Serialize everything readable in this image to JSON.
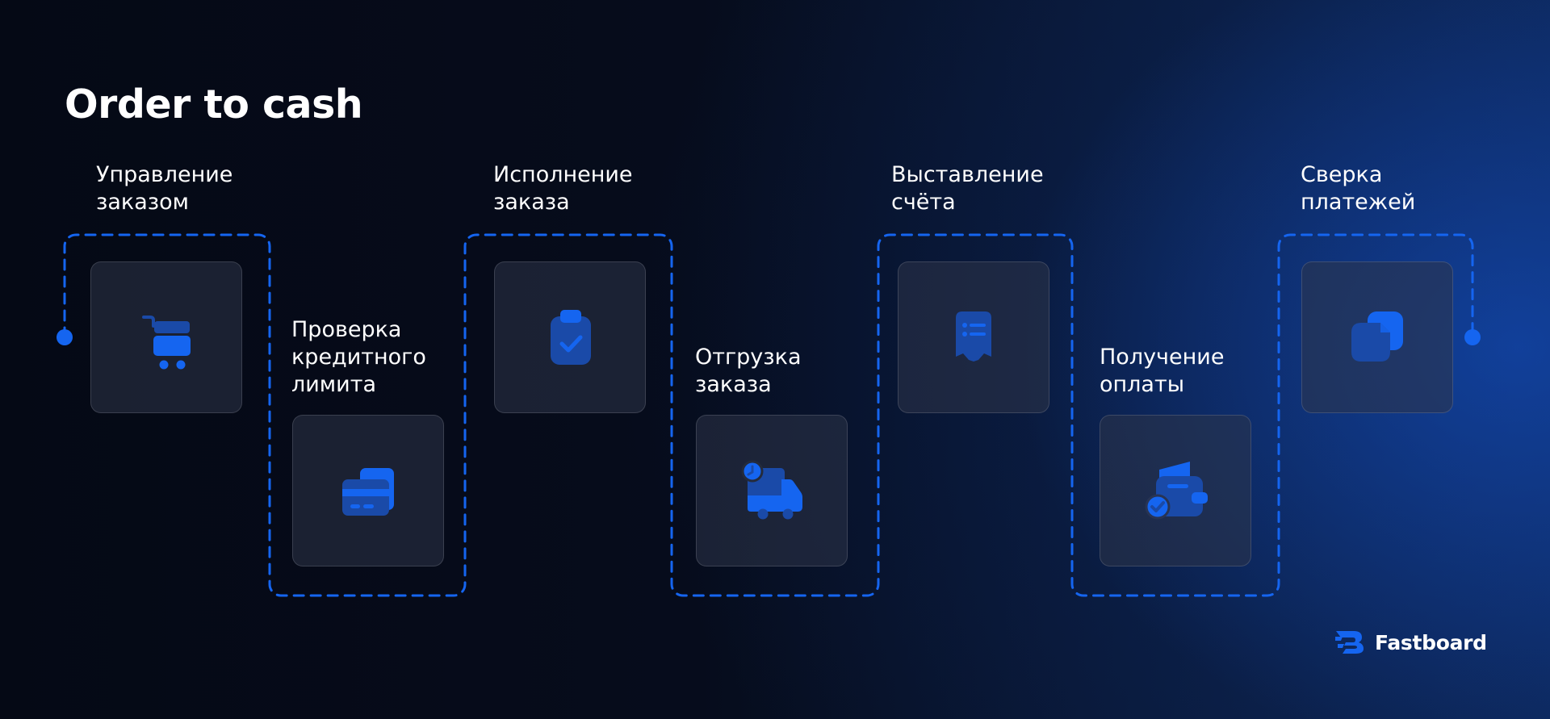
{
  "title": "Order to cash",
  "steps": [
    {
      "label": "Управление\nзаказом",
      "icon": "shopping-cart-icon"
    },
    {
      "label": "Проверка\nкредитного\nлимита",
      "icon": "credit-card-icon"
    },
    {
      "label": "Исполнение\nзаказа",
      "icon": "clipboard-check-icon"
    },
    {
      "label": "Отгрузка\nзаказа",
      "icon": "delivery-truck-icon"
    },
    {
      "label": "Выставление\nсчёта",
      "icon": "receipt-icon"
    },
    {
      "label": "Получение\nоплаты",
      "icon": "wallet-payment-icon"
    },
    {
      "label": "Сверка\nплатежей",
      "icon": "documents-copy-icon"
    }
  ],
  "brand": {
    "name": "Fastboard",
    "icon": "fastboard-logo-icon"
  },
  "colors": {
    "accent": "#1565f0",
    "icon_dark": "#1a4aa8",
    "background": "#050a17",
    "text": "#ffffff"
  }
}
